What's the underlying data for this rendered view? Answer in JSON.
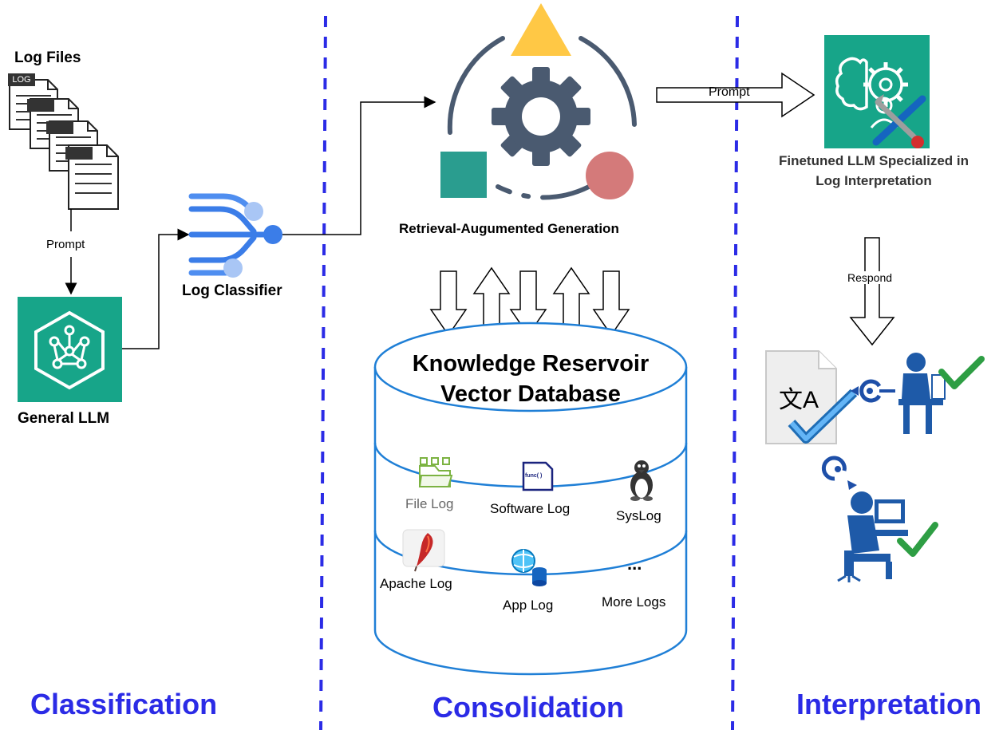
{
  "colors": {
    "divider": "#2b2be6",
    "section_title": "#2b2be6",
    "llm_tile": "#17a589",
    "cylinder_stroke": "#1f7fd6",
    "gear": "#4a5a70",
    "triangle": "#ffc845",
    "square": "#2a9d8f",
    "circle": "#d47a7a",
    "check": "#2e9e44",
    "user_icon": "#1e5aa8"
  },
  "sections": {
    "classification": "Classification",
    "consolidation": "Consolidation",
    "interpretation": "Interpretation"
  },
  "classification": {
    "log_files_title": "Log Files",
    "log_tag": "LOG",
    "prompt_label": "Prompt",
    "general_llm": "General LLM",
    "log_classifier": "Log Classifier"
  },
  "consolidation": {
    "rag_title": "Retrieval-Augumented Generation",
    "db_title_line1": "Knowledge Reservoir",
    "db_title_line2": "Vector Database",
    "func_icon_text": "func( )",
    "logs": {
      "file_log": "File Log",
      "software_log": "Software Log",
      "syslog": "SysLog",
      "apache_log": "Apache Log",
      "app_log": "App Log",
      "more_logs": "More Logs",
      "ellipsis": "..."
    }
  },
  "interpretation": {
    "prompt_label": "Prompt",
    "finetuned_line1": "Finetuned LLM Specialized in",
    "finetuned_line2": "Log Interpretation",
    "respond_label": "Respond",
    "translate_glyph": "文A"
  }
}
